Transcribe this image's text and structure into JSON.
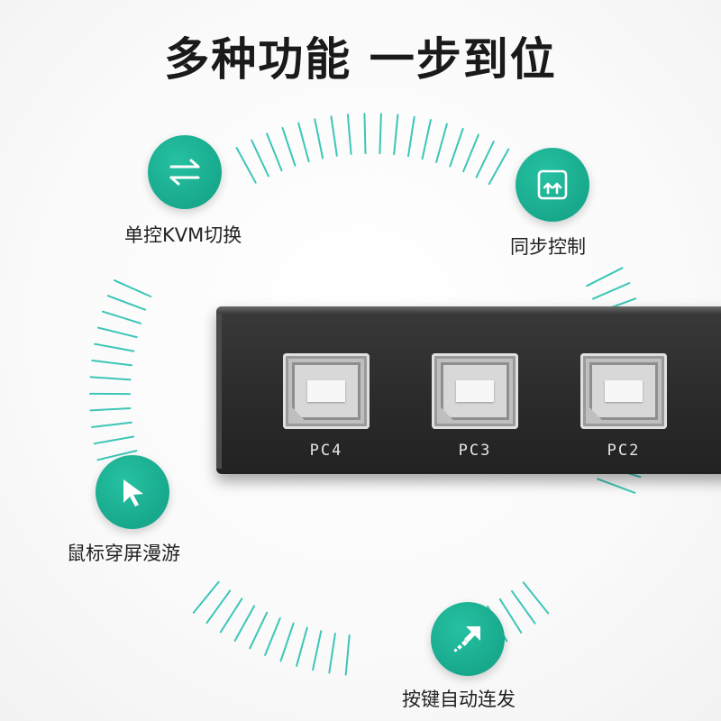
{
  "headline": "多种功能 一步到位",
  "features": [
    {
      "label": "单控KVM切换",
      "icon": "switch-arrows-icon"
    },
    {
      "label": "同步控制",
      "icon": "sync-control-icon"
    },
    {
      "label": "鼠标穿屏漫游",
      "icon": "mouse-cursor-icon"
    },
    {
      "label": "按键自动连发",
      "icon": "auto-fire-arrow-icon"
    }
  ],
  "device": {
    "ports": [
      {
        "label": "PC4"
      },
      {
        "label": "PC3"
      },
      {
        "label": "PC2"
      }
    ]
  },
  "colors": {
    "accent": "#18a98b",
    "ring": "#3cc6b8",
    "text": "#222222",
    "device_body": "#2b2b2b"
  }
}
